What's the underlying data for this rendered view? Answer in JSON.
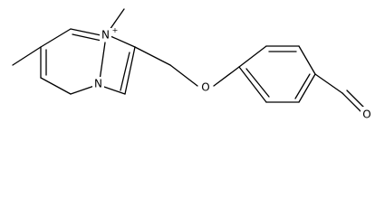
{
  "molecule": {
    "atoms": {
      "n_ring_cation": "N",
      "n_ring_bridge": "N",
      "o_ether": "O",
      "o_carbonyl": "O"
    },
    "charge": "+",
    "colors": {
      "bond": "#000000",
      "background": "#ffffff"
    }
  }
}
